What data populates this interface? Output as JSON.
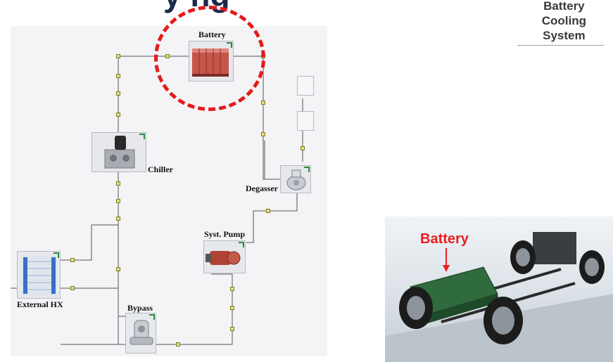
{
  "slide": {
    "title_partial": "y ng",
    "header_lines": [
      "Battery",
      "Cooling",
      "System"
    ]
  },
  "diagram": {
    "components": {
      "battery": "Battery",
      "chiller": "Chiller",
      "degasser": "Degasser",
      "syst_pump": "Syst. Pump",
      "external_hx": "External HX",
      "bypass": "Bypass"
    }
  },
  "photo": {
    "label": "Battery"
  },
  "colors": {
    "highlight_ring": "#e31b1b",
    "battery_label": "#e52020",
    "header_text": "#3a3a3a",
    "corner_marker": "#2b8a3e",
    "junction": "#e8e26a"
  }
}
